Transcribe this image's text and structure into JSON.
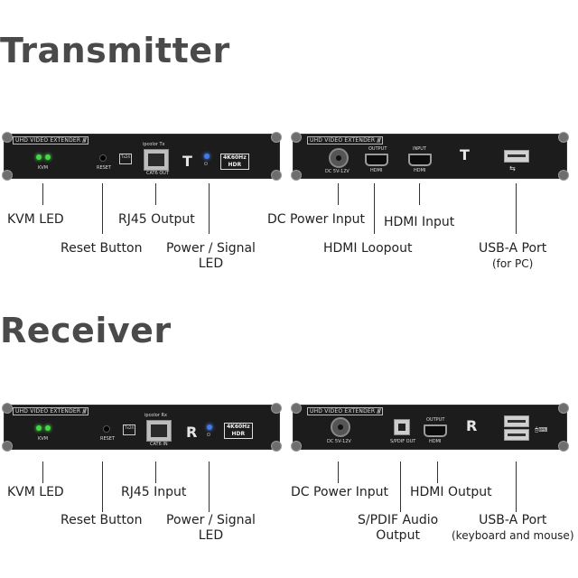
{
  "transmitter": {
    "title": "Transmitter",
    "left_panel": {
      "brand": "UHD VIDEO EXTENDER",
      "kvm": "KVM",
      "reset": "RESET",
      "tx_icon": "Tx24",
      "port_top": "ipcolor Tx",
      "port_bottom": "CAT6 OUT",
      "letter": "T",
      "badge_top": "4K60Hz",
      "badge_bottom": "HDR"
    },
    "right_panel": {
      "brand": "UHD VIDEO EXTENDER",
      "dc": "DC 5V-12V",
      "hdmi1_top": "OUTPUT",
      "hdmi1_bottom": "HDMI",
      "hdmi2_top": "INPUT",
      "hdmi2_bottom": "HDMI",
      "letter": "T"
    },
    "labels": {
      "kvm_led": "KVM LED",
      "reset_button": "Reset Button",
      "rj45": "RJ45 Output",
      "power_1": "Power / Signal",
      "power_2": "LED",
      "dc": "DC Power Input",
      "hdmi_loop": "HDMI Loopout",
      "hdmi_in": "HDMI Input",
      "usb_1": "USB-A Port",
      "usb_2": "(for PC)"
    }
  },
  "receiver": {
    "title": "Receiver",
    "left_panel": {
      "brand": "UHD VIDEO EXTENDER",
      "kvm": "KVM",
      "reset": "RESET",
      "tx_icon": "Tx24",
      "port_top": "ipcolor Rx",
      "port_bottom": "CAT6 IN",
      "letter": "R",
      "badge_top": "4K60Hz",
      "badge_bottom": "HDR"
    },
    "right_panel": {
      "brand": "UHD VIDEO EXTENDER",
      "dc": "DC 5V-12V",
      "spdif": "S/PDIF OUT",
      "hdmi_top": "OUTPUT",
      "hdmi_bottom": "HDMI",
      "letter": "R"
    },
    "labels": {
      "kvm_led": "KVM LED",
      "reset_button": "Reset Button",
      "rj45": "RJ45 Input",
      "power_1": "Power / Signal",
      "power_2": "LED",
      "dc": "DC Power Input",
      "hdmi_out": "HDMI Output",
      "spdif_1": "S/PDIF Audio",
      "spdif_2": "Output",
      "usb_1": "USB-A Port",
      "usb_2": "(keyboard and mouse)"
    }
  }
}
